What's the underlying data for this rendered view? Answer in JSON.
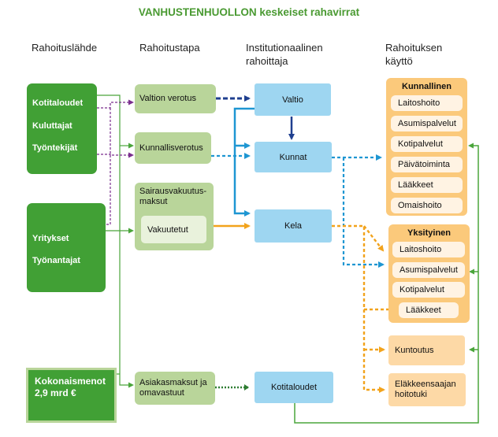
{
  "title": "VANHUSTENHUOLLON keskeiset rahavirrat",
  "columns": {
    "source": "Rahoituslähde",
    "method": "Rahoitustapa",
    "institution": [
      "Institutionaalinen",
      "rahoittaja"
    ],
    "use": [
      "Rahoituksen",
      "käyttö"
    ]
  },
  "sources": {
    "households_group": [
      "Kotitaloudet",
      "Kuluttajat",
      "Työntekijät"
    ],
    "business_group": [
      "Yritykset",
      "Työnantajat"
    ]
  },
  "total": [
    "Kokonaismenot",
    "2,9 mrd €"
  ],
  "methods": {
    "state_tax": "Valtion verotus",
    "municipal_tax": "Kunnallisverotus",
    "health_insurance": [
      "Sairausvakuutus-",
      "maksut"
    ],
    "insured": "Vakuutetut",
    "client_fees": [
      "Asiakasmaksut ja",
      "omavastuut"
    ]
  },
  "institutions": {
    "state": "Valtio",
    "municipalities": "Kunnat",
    "kela": "Kela",
    "households": "Kotitaloudet"
  },
  "uses": {
    "municipal": {
      "header": "Kunnallinen",
      "items": [
        "Laitoshoito",
        "Asumispalvelut",
        "Kotipalvelut",
        "Päivätoiminta",
        "Lääkkeet",
        "Omaishoito"
      ]
    },
    "private": {
      "header": "Yksityinen",
      "items": [
        "Laitoshoito",
        "Asumispalvelut",
        "Kotipalvelut",
        "Lääkkeet"
      ]
    },
    "rehab": "Kuntoutus",
    "pension_care": [
      "Eläkkeensaajan",
      "hoitotuki"
    ]
  },
  "colors": {
    "title_green": "#4a9a32",
    "source_green": "#41a035",
    "method_green": "#b9d59a",
    "institution_blue": "#9ed6f1",
    "use_orange": "#fbc97b",
    "flow_navy": "#1f3f8f",
    "flow_blue": "#1e96d2",
    "flow_orange": "#f2a31c",
    "flow_purple": "#7a2f8e",
    "flow_green": "#4aa53b",
    "flow_darkgreen": "#2e7d32"
  }
}
